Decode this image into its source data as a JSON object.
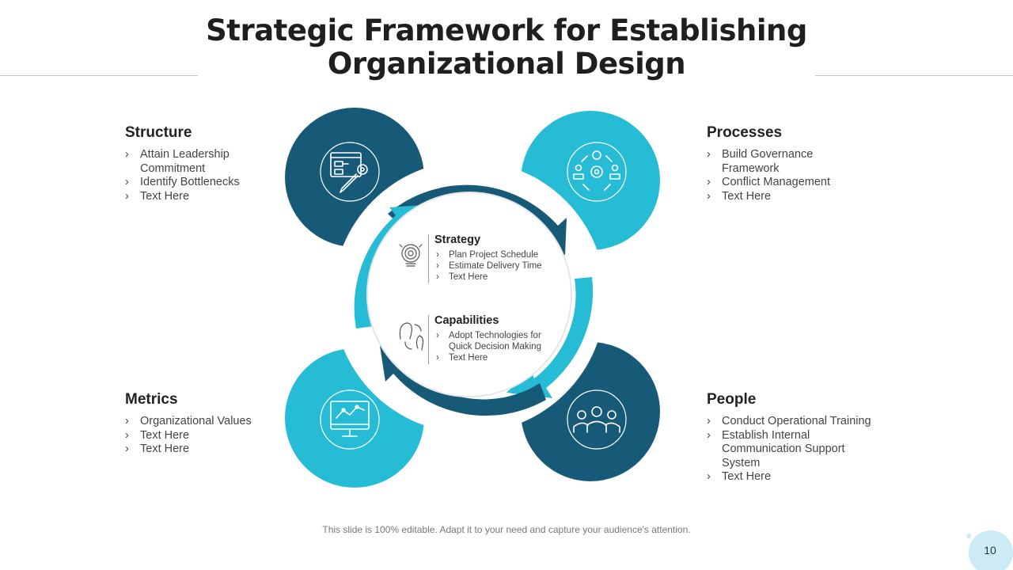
{
  "title": "Strategic Framework for Establishing Organizational Design",
  "sections": {
    "structure": {
      "heading": "Structure",
      "items": [
        "Attain Leadership Commitment",
        "Identify Bottlenecks",
        "Text Here"
      ]
    },
    "processes": {
      "heading": "Processes",
      "items": [
        "Build Governance Framework",
        "Conflict Management",
        "Text Here"
      ]
    },
    "metrics": {
      "heading": "Metrics",
      "items": [
        "Organizational Values",
        "Text Here",
        "Text Here"
      ]
    },
    "people": {
      "heading": "People",
      "items": [
        "Conduct Operational Training",
        "Establish Internal Communication Support System",
        "Text Here"
      ]
    }
  },
  "center": {
    "strategy": {
      "heading": "Strategy",
      "items": [
        "Plan Project Schedule",
        "Estimate Delivery Time",
        "Text Here"
      ]
    },
    "capabilities": {
      "heading": "Capabilities",
      "items": [
        "Adopt Technologies for Quick Decision Making",
        "Text Here"
      ]
    }
  },
  "footer": "This slide is 100% editable. Adapt it to your need and capture your audience's attention.",
  "page_number": "10",
  "colors": {
    "dark": "#175a78",
    "light": "#27bcd6",
    "page_badge": "#cdeaf7"
  },
  "icons": {
    "structure": "flowchart-gear-pencil-icon",
    "processes": "process-cycle-people-icon",
    "metrics": "monitor-chart-icon",
    "people": "team-people-icon",
    "strategy": "target-bulb-icon",
    "capabilities": "head-idea-icon"
  }
}
